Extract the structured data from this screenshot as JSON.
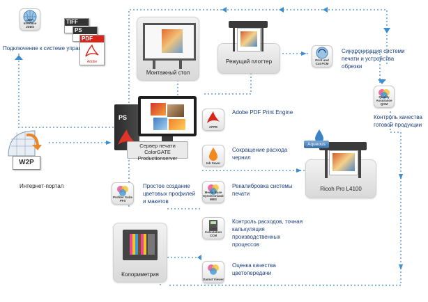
{
  "nodes": {
    "jdf_badge": "JDF Interface JDDS",
    "jdf_label": "Подключение к системе управления",
    "formats": [
      "TIFF",
      "PS",
      "PDF"
    ],
    "adobe": "Adobe",
    "mounting": "Монтажный стол",
    "cutter": "Режущий плоттер",
    "sync_badge": "Print and Cut PCM",
    "sync_label": "Синхронизация системи печати и устройства обрезки",
    "quality_badge": "Quality Assurance QAM",
    "quality_label": "Контроль качества готовой продукции",
    "server_label": "Сервер печати ColorGATE Productionserver",
    "ps_badge": "PS",
    "portal_label": "Интернет-портал",
    "w2p": "W2P",
    "appe_badge": "APPE",
    "appe_label": "Adobe PDF Print Engine",
    "inksaver_badge": "Ink Saver",
    "inksaver_label": "Сокращение расхода чернил",
    "mediabase_badge": "Media Base Synchronization MBS",
    "mediabase_label": "Рекалибровка системы печати",
    "cost_badge": "Cost Calculation CCM",
    "cost_label": "Контроль расходов, точная калькуляция производственных процессов",
    "gamut_badge": "Gamut Viewer",
    "gamut_label": "Оценка качества цветопередачи",
    "profiler_badge": "Profiler Suite PFS",
    "profiler_label": "Простое создание цветовых профилей и макетов",
    "colorimetry": "Колориметрия",
    "aqueous": "Aqueous",
    "ricoh": "Ricoh Pro L4100"
  },
  "colors": {
    "connector": "#8ab4d9",
    "label": "#1a3d7c",
    "adobe_red": "#d9261c",
    "box_gray": "#dcdcdc"
  }
}
